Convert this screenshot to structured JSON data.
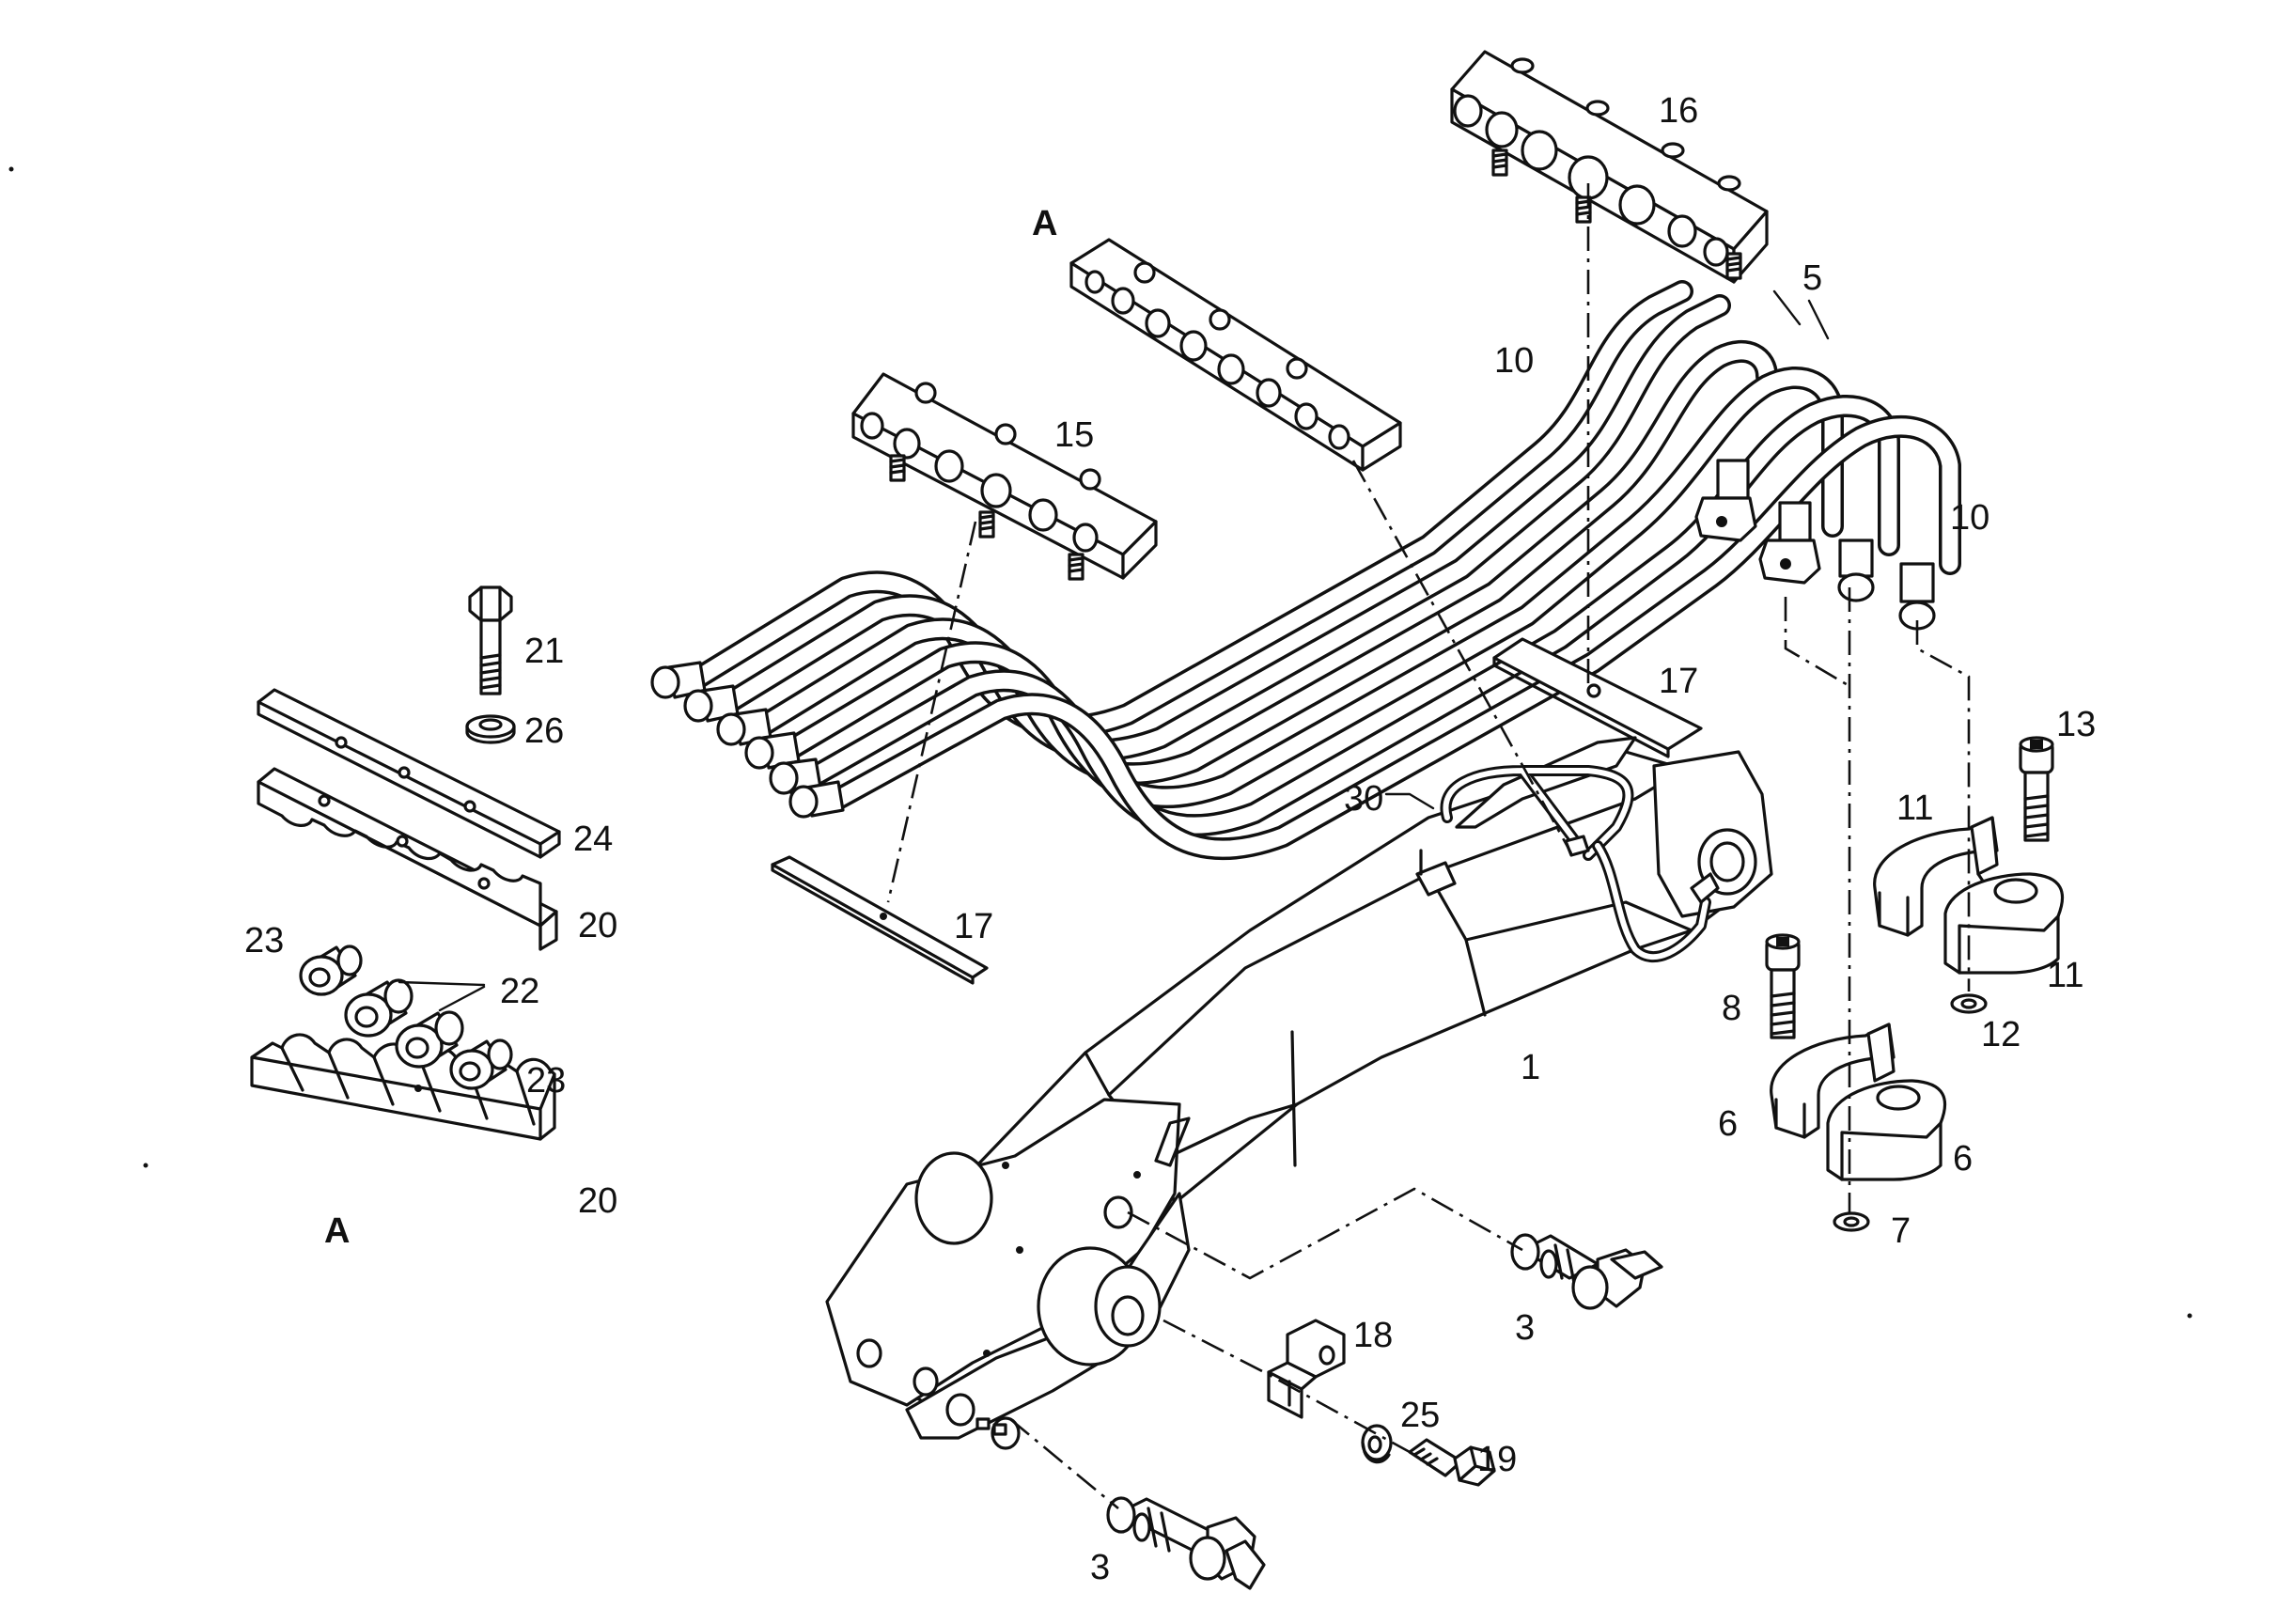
{
  "callouts": {
    "c1": "1",
    "c3": "3",
    "c5": "5",
    "c6": "6",
    "c7": "7",
    "c8": "8",
    "c10": "10",
    "c11": "11",
    "c12": "12",
    "c13": "13",
    "c15": "15",
    "c16": "16",
    "c17": "17",
    "c18": "18",
    "c19": "19",
    "c20": "20",
    "c21": "21",
    "c22": "22",
    "c23": "23",
    "c24": "24",
    "c25": "25",
    "c26": "26",
    "c30": "30",
    "view_a": "A"
  }
}
